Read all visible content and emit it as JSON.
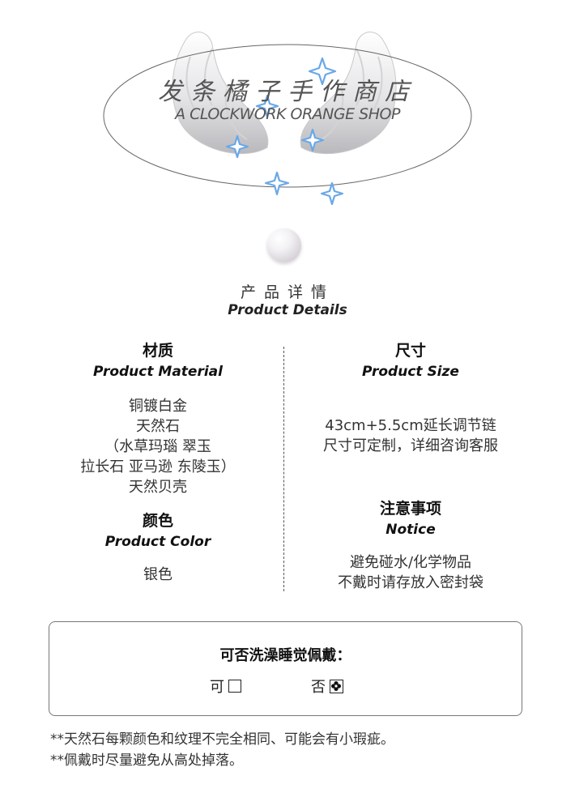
{
  "header": {
    "shop_name_cn": "发条橘子手作商店",
    "shop_name_en": "A CLOCKWORK ORANGE SHOP",
    "sparkle_color": "#6aa8e8"
  },
  "section": {
    "title_cn": "产品详情",
    "title_en": "Product Details"
  },
  "material": {
    "title_cn": "材质",
    "title_en": "Product Material",
    "lines": [
      "铜镀白金",
      "天然石",
      "（水草玛瑙 翠玉",
      "拉长石 亚马逊 东陵玉）",
      "天然贝壳"
    ]
  },
  "color": {
    "title_cn": "颜色",
    "title_en": "Product Color",
    "value": "银色"
  },
  "size": {
    "title_cn": "尺寸",
    "title_en": "Product Size",
    "lines": [
      "43cm+5.5cm延长调节链",
      "尺寸可定制，详细咨询客服"
    ]
  },
  "notice": {
    "title_cn": "注意事项",
    "title_en": "Notice",
    "lines": [
      "避免碰水/化学物品",
      "不戴时请存放入密封袋"
    ]
  },
  "wear_question": {
    "question": "可否洗澡睡觉佩戴：",
    "yes_label": "可",
    "no_label": "否",
    "yes_checked": false,
    "no_checked": true
  },
  "footnotes": [
    "**天然石每颗颜色和纹理不完全相同、可能会有小瑕疵。",
    "**佩戴时尽量避免从高处掉落。"
  ]
}
